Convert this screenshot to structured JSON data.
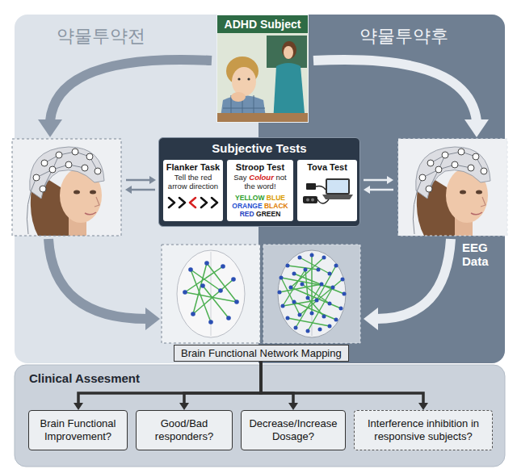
{
  "diagram": {
    "nodes": [
      {
        "text": [
          "ADHD Subject"
        ]
      },
      {
        "text": [
          "Subjective Tests"
        ]
      },
      {
        "text": [
          "Flanker Task",
          "Tell the red arrow direction"
        ],
        "in": 1
      },
      {
        "text": [
          "Stroop Test",
          "Say Colour not the word!"
        ],
        "in": 1
      },
      {
        "text": [
          "Tova Test"
        ],
        "in": 1
      },
      {
        "text": [
          "Brain Functional Network Mapping"
        ]
      },
      {
        "text": [
          "Clinical Assesment"
        ]
      },
      {
        "text": [
          "Brain Functional Improvement?"
        ],
        "in": 6
      },
      {
        "text": [
          "Good/Bad responders?"
        ],
        "in": 6
      },
      {
        "text": [
          "Decrease/Increase Dosage?"
        ],
        "in": 6
      },
      {
        "text": [
          "Interference inhibition in responsive subjects?"
        ],
        "in": 6
      }
    ],
    "edges": [
      {
        "from": 5,
        "to": 7,
        "arrow": "to"
      },
      {
        "from": 5,
        "to": 8,
        "arrow": "to"
      },
      {
        "from": 5,
        "to": 9,
        "arrow": "to"
      },
      {
        "from": 5,
        "to": 10,
        "arrow": "to"
      }
    ],
    "labels": [
      "약물투약전",
      "약물투약후",
      "EEG Data",
      "YELLOW",
      "BLUE",
      "ORANGE",
      "BLACK",
      "RED",
      "GREEN"
    ]
  }
}
